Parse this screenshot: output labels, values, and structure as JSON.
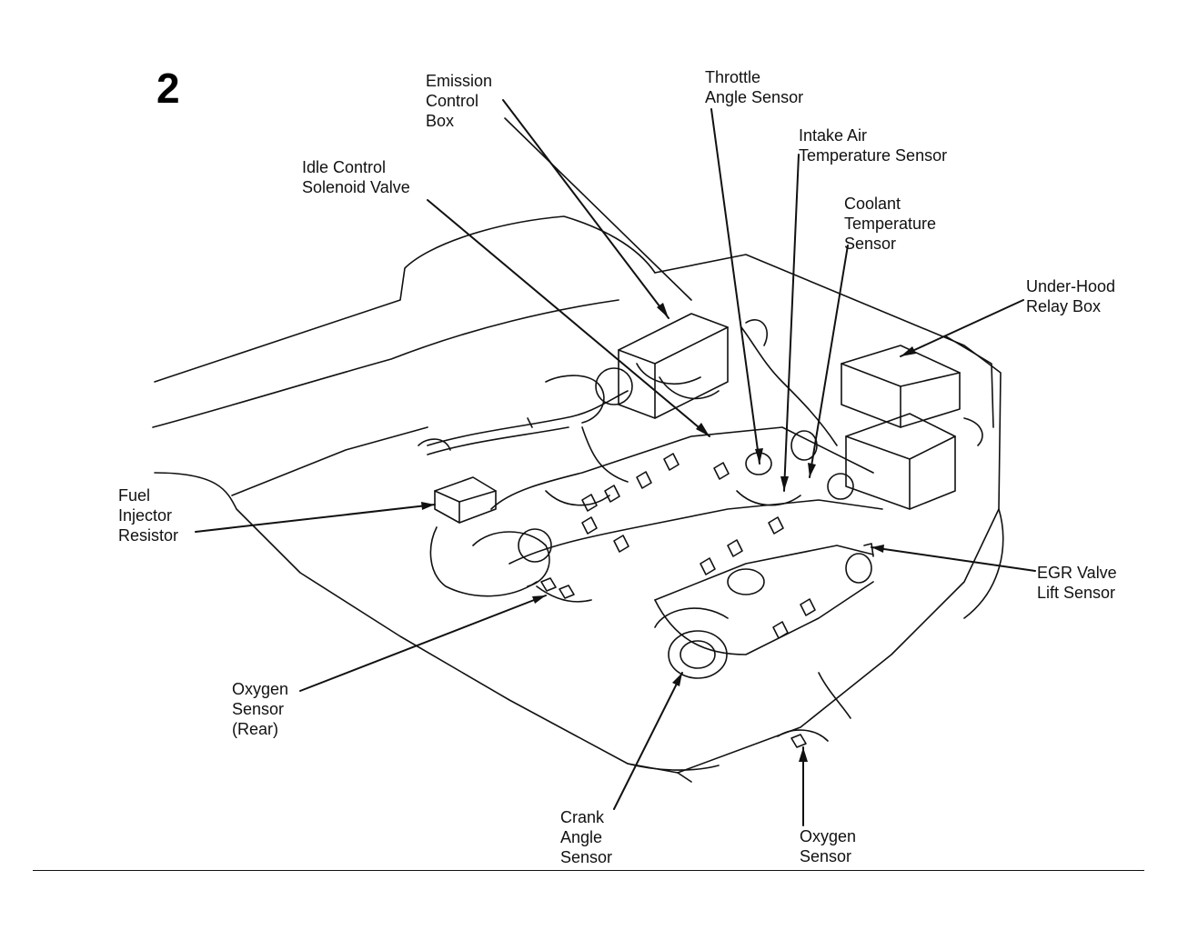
{
  "figure": {
    "number": "2"
  },
  "labels": {
    "emission_control_box": [
      "Emission",
      "Control",
      "Box"
    ],
    "throttle_angle_sensor": [
      "Throttle",
      "Angle Sensor"
    ],
    "intake_air_temperature_sensor": [
      "Intake Air",
      "Temperature Sensor"
    ],
    "idle_control_solenoid_valve": [
      "Idle Control",
      "Solenoid Valve"
    ],
    "coolant_temperature_sensor": [
      "Coolant",
      "Temperature",
      "Sensor"
    ],
    "under_hood_relay_box": [
      "Under-Hood",
      "Relay Box"
    ],
    "fuel_injector_resistor": [
      "Fuel",
      "Injector",
      "Resistor"
    ],
    "egr_valve_lift_sensor": [
      "EGR Valve",
      "Lift Sensor"
    ],
    "oxygen_sensor_rear": [
      "Oxygen",
      "Sensor",
      "(Rear)"
    ],
    "crank_angle_sensor": [
      "Crank",
      "Angle",
      "Sensor"
    ],
    "oxygen_sensor": [
      "Oxygen",
      "Sensor"
    ]
  },
  "colors": {
    "ink": "#111111",
    "paper": "#ffffff"
  }
}
